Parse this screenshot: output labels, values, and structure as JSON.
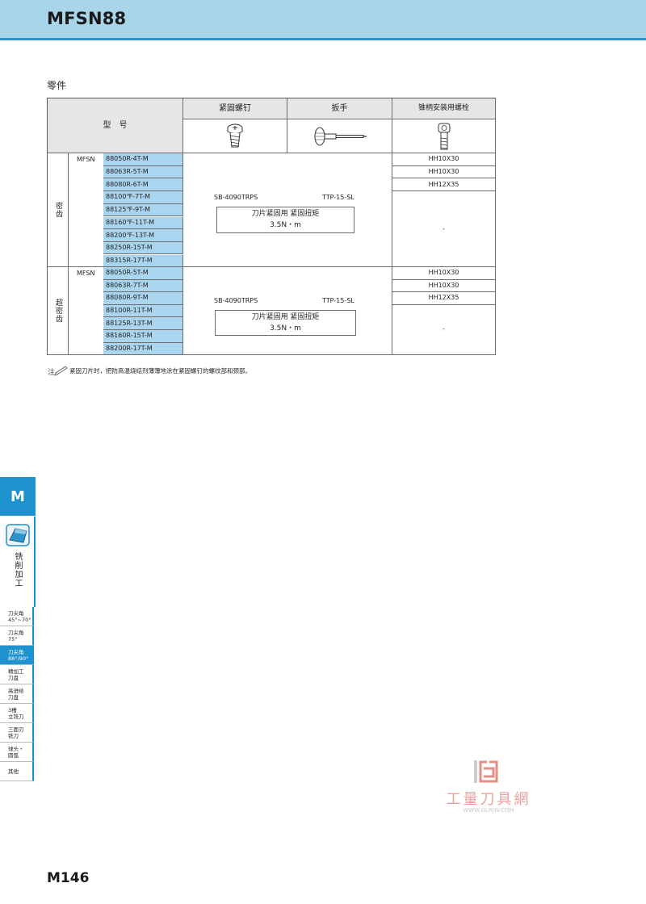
{
  "header": {
    "title": "MFSN88"
  },
  "section": {
    "title": "零件"
  },
  "table": {
    "model_header": "型　号",
    "col_screw": "紧固螺钉",
    "col_wrench": "扳手",
    "col_bolt": "锥柄安装用螺栓",
    "icons": {
      "screw": "screw-icon",
      "wrench": "torque-wrench-icon",
      "bolt": "bolt-icon"
    },
    "groups": [
      {
        "label": "密齿",
        "prefix": "MFSN",
        "models": [
          "88050R-4T-M",
          "88063R-5T-M",
          "88080R-6T-M",
          "88100℉-7T-M",
          "88125℉-9T-M",
          "88160℉-11T-M",
          "88200℉-13T-M",
          "88250R-15T-M",
          "88315R-17T-M"
        ],
        "screw": "SB-4090TRPS",
        "wrench": "TTP-15-SL",
        "torque_line1": "刀片紧固用 紧固扭矩",
        "torque_line2": "3.5N・m",
        "bolts": [
          "HH10X30",
          "HH10X30",
          "HH12X35",
          "-"
        ]
      },
      {
        "label": "超密齿",
        "prefix": "MFSN",
        "models": [
          "88050R-5T-M",
          "88063R-7T-M",
          "88080R-9T-M",
          "88100R-11T-M",
          "88125R-13T-M",
          "88160R-15T-M",
          "88200R-17T-M"
        ],
        "screw": "SB-4090TRPS",
        "wrench": "TTP-15-SL",
        "torque_line1": "刀片紧固用 紧固扭矩",
        "torque_line2": "3.5N・m",
        "bolts": [
          "HH10X30",
          "HH10X30",
          "HH12X35",
          "-"
        ]
      }
    ]
  },
  "note": {
    "text": "紧固刀片时，把防高温烧结剂薄薄地涂在紧固螺钉的螺纹部和颈部。"
  },
  "sidebar": {
    "letter": "M",
    "category": "铣削加工",
    "nav": [
      {
        "line1": "刀尖角",
        "line2": "45°~70°"
      },
      {
        "line1": "刀尖角",
        "line2": "75°"
      },
      {
        "line1": "刀尖角",
        "line2": "88°/90°"
      },
      {
        "line1": "精加工",
        "line2": "刀盘"
      },
      {
        "line1": "高进给",
        "line2": "刀盘"
      },
      {
        "line1": "3槽",
        "line2": "立铣刀"
      },
      {
        "line1": "三面刃",
        "line2": "铣刀"
      },
      {
        "line1": "球头・",
        "line2": "圆弧"
      },
      {
        "line1": "其他",
        "line2": ""
      }
    ]
  },
  "watermark": {
    "brand": "工量刀具網",
    "url": "WWW.GLRJW.COM"
  },
  "footer": {
    "page": "M146"
  },
  "colors": {
    "header_bg": "#a9d5ea",
    "accent": "#1e92cf",
    "model_bg": "#a9d6ee",
    "table_header_bg": "#e6e6e6"
  }
}
